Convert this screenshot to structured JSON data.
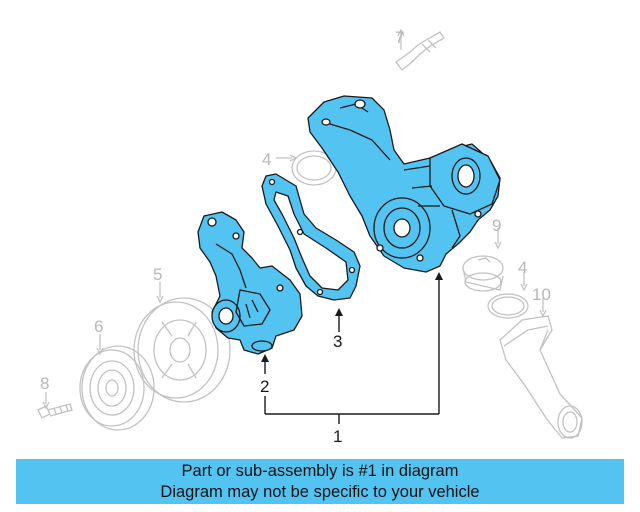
{
  "callouts": {
    "c1": "1",
    "c2": "2",
    "c3": "3",
    "c4a": "4",
    "c4b": "4",
    "c5": "5",
    "c6": "6",
    "c7": "7",
    "c8": "8",
    "c9": "9",
    "c10": "10"
  },
  "banner": {
    "line1": "Part or sub-assembly is #1 in diagram",
    "line2": "Diagram may not be specific to your vehicle"
  },
  "colors": {
    "highlight": "#53c3f1",
    "outline_dark": "#1a1a1a",
    "outline_dim": "#c2c2c2"
  }
}
